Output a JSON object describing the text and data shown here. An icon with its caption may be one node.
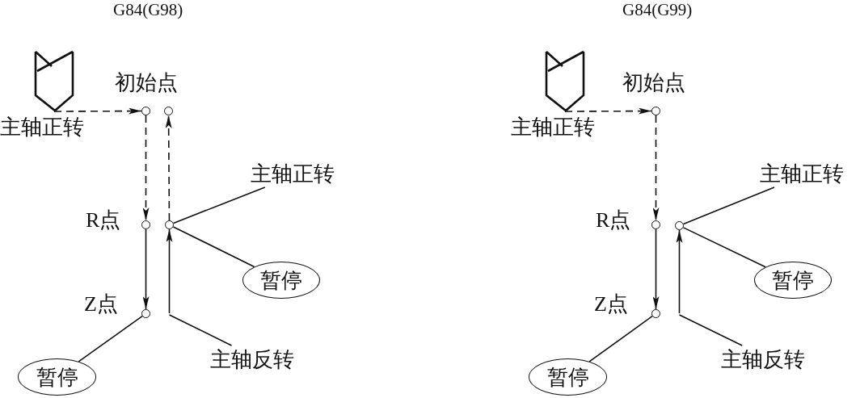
{
  "diagram": {
    "nodes": [
      {
        "text": [],
        "shape": "picture",
        "beside": [
          "主轴正转"
        ]
      },
      {
        "text": [],
        "shape": "circle",
        "beside": [
          "初始点"
        ]
      },
      {
        "text": [],
        "shape": "circle"
      },
      {
        "text": [],
        "shape": "circle",
        "beside": [
          "R点"
        ]
      },
      {
        "text": [],
        "shape": "circle"
      },
      {
        "text": [],
        "shape": "circle",
        "beside": [
          "Z点"
        ]
      },
      {
        "text": [
          "主轴正转"
        ]
      },
      {
        "text": [
          "暂停"
        ]
      },
      {
        "text": [
          "暂停"
        ]
      },
      {
        "text": [
          "主轴反转"
        ]
      },
      {
        "text": [],
        "shape": "picture",
        "beside": [
          "主轴正转"
        ]
      },
      {
        "text": [],
        "shape": "circle",
        "beside": [
          "初始点"
        ]
      },
      {
        "text": [],
        "shape": "circle",
        "beside": [
          "R点"
        ]
      },
      {
        "text": [],
        "shape": "circle"
      },
      {
        "text": [],
        "shape": "circle",
        "beside": [
          "Z点"
        ]
      },
      {
        "text": [
          "主轴正转"
        ]
      },
      {
        "text": [
          "暂停"
        ]
      },
      {
        "text": [
          "暂停"
        ]
      },
      {
        "text": [
          "主轴反转"
        ]
      }
    ],
    "edges": [
      {
        "from": 0,
        "to": 1,
        "arrow": "to",
        "style": "dashed"
      },
      {
        "from": 1,
        "to": 3,
        "arrow": "to",
        "style": "dashed"
      },
      {
        "from": 3,
        "to": 5,
        "arrow": "to"
      },
      {
        "from": null,
        "to": 4,
        "arrow": "to"
      },
      {
        "from": 4,
        "to": 2,
        "arrow": "to",
        "style": "dashed"
      },
      {
        "from": 6,
        "to": 4,
        "arrow": "none"
      },
      {
        "from": 7,
        "to": 4,
        "arrow": "none"
      },
      {
        "from": 8,
        "to": 5,
        "arrow": "none"
      },
      {
        "from": 9,
        "to": null,
        "arrow": "none"
      },
      {
        "from": 10,
        "to": 11,
        "arrow": "to",
        "style": "dashed"
      },
      {
        "from": 11,
        "to": 12,
        "arrow": "to",
        "style": "dashed"
      },
      {
        "from": 12,
        "to": 14,
        "arrow": "to"
      },
      {
        "from": null,
        "to": 13,
        "arrow": "to"
      },
      {
        "from": 15,
        "to": 13,
        "arrow": "none"
      },
      {
        "from": 16,
        "to": 13,
        "arrow": "none"
      },
      {
        "from": 17,
        "to": 14,
        "arrow": "none"
      },
      {
        "from": 18,
        "to": null,
        "arrow": "none"
      }
    ],
    "labels": [
      "G84(G98)",
      "G84(G99)"
    ]
  }
}
